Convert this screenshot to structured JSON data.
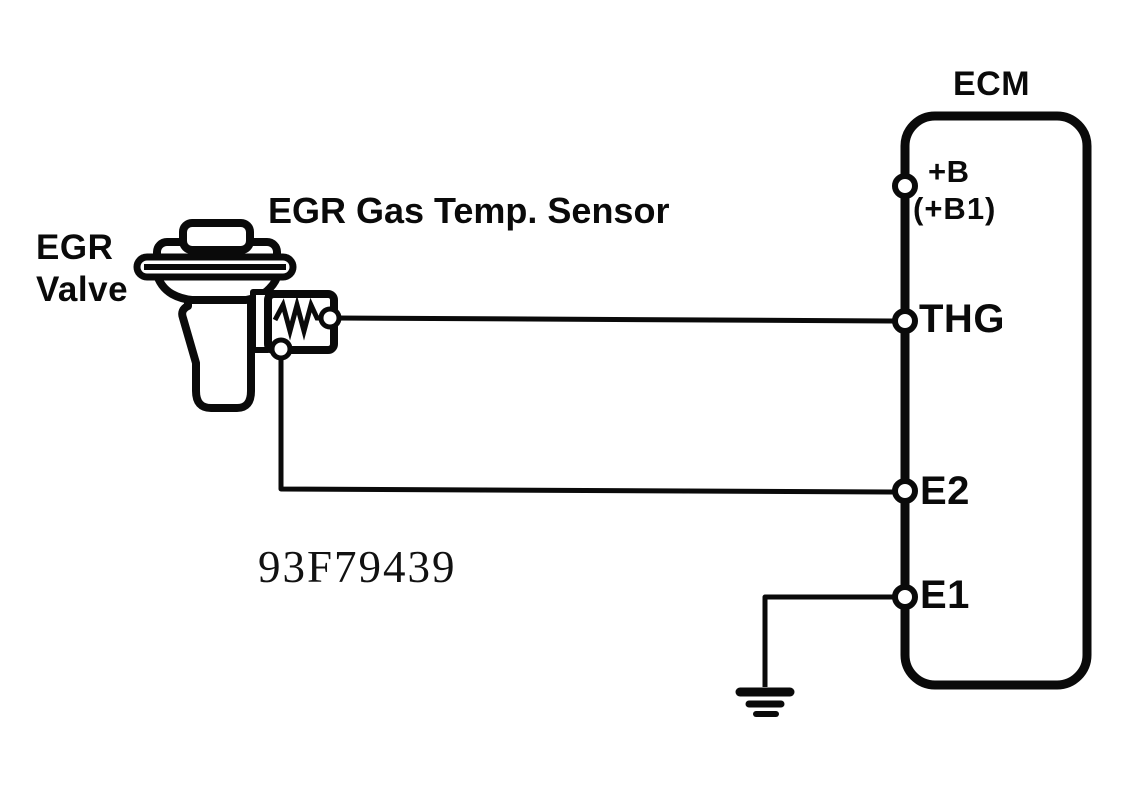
{
  "colors": {
    "line": "#0a0a0a",
    "background": "#ffffff"
  },
  "ecm": {
    "label": "ECM",
    "terminals": [
      {
        "id": "b-plus",
        "label": "+B",
        "sublabel": "(+B1)"
      },
      {
        "id": "thg",
        "label": "THG"
      },
      {
        "id": "e2",
        "label": "E2"
      },
      {
        "id": "e1",
        "label": "E1"
      }
    ]
  },
  "components": {
    "egr_valve": {
      "label": "EGR Valve"
    },
    "egr_gas_temp_sensor": {
      "label": "EGR Gas Temp. Sensor",
      "symbol": "resistor-zigzag-icon"
    }
  },
  "icons": {
    "ground": "chassis-ground-icon",
    "resistor": "resistor-zigzag-icon",
    "terminal": "terminal-circle-icon"
  },
  "figure_id": "93F79439",
  "connections": [
    {
      "from": "EGR Gas Temp. Sensor",
      "to": "ECM THG"
    },
    {
      "from": "EGR Gas Temp. Sensor",
      "to": "ECM E2"
    },
    {
      "from": "ECM E1",
      "to": "ground"
    }
  ]
}
